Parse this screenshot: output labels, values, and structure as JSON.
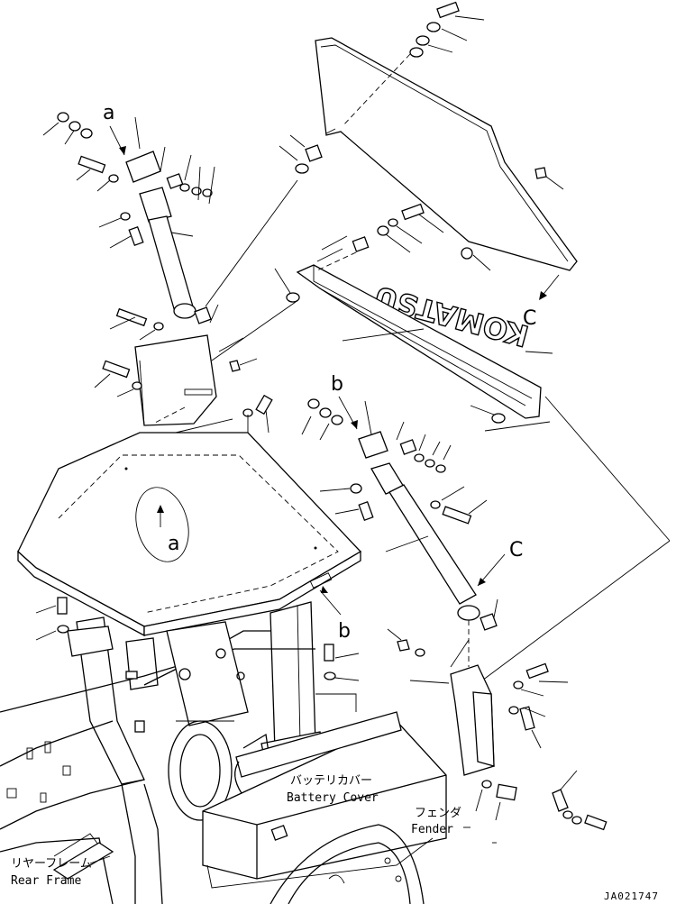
{
  "labels": {
    "battery_cover_jp": "バッテリカバー",
    "battery_cover_en": "Battery Cover",
    "fender_jp": "フェンダ",
    "fender_en": "Fender",
    "rear_frame_jp": "リヤーフレーム",
    "rear_frame_en": "Rear Frame",
    "brand_mark": "KOMATSU",
    "drawing_code": "JA021747"
  },
  "callouts": {
    "a": "a",
    "b": "b",
    "c": "C"
  }
}
